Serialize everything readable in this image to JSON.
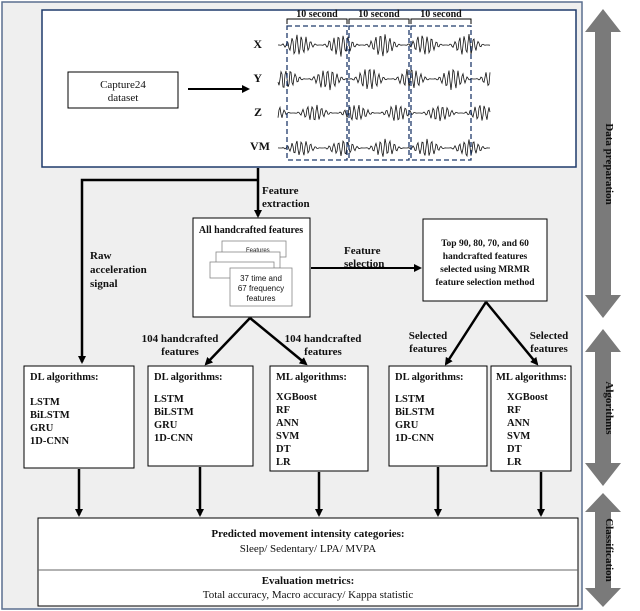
{
  "waveform": {
    "window_labels": [
      "10 second",
      "10 second",
      "10 second"
    ],
    "channels": [
      "X",
      "Y",
      "Z",
      "VM"
    ]
  },
  "dataset_box": {
    "line1": "Capture24",
    "line2": "dataset"
  },
  "labels": {
    "feature_extraction": [
      "Feature",
      "extraction"
    ],
    "raw_signal": [
      "Raw",
      "acceleration",
      "signal"
    ],
    "feature_selection": [
      "Feature",
      "selection"
    ],
    "handcrafted_104_left": [
      "104 handcrafted",
      "features"
    ],
    "handcrafted_104_right": [
      "104 handcrafted",
      "features"
    ],
    "selected_left": [
      "Selected",
      "features"
    ],
    "selected_right": [
      "Selected",
      "features"
    ]
  },
  "handcrafted_box": {
    "title": "All handcrafted features",
    "back_card": "Features",
    "front_card": [
      "37 time and",
      "67 frequency",
      "features"
    ]
  },
  "mrmr_box": {
    "lines": [
      "Top 90, 80, 70, and 60",
      "handcrafted features",
      "selected using MRMR",
      "feature selection method"
    ]
  },
  "algo_boxes": [
    {
      "title": "DL algorithms:",
      "items": [
        "LSTM",
        "BiLSTM",
        "GRU",
        "1D-CNN"
      ]
    },
    {
      "title": "DL algorithms:",
      "items": [
        "LSTM",
        "BiLSTM",
        "GRU",
        "1D-CNN"
      ]
    },
    {
      "title": "ML algorithms:",
      "items": [
        "XGBoost",
        "RF",
        "ANN",
        "SVM",
        "DT",
        "LR"
      ]
    },
    {
      "title": "DL algorithms:",
      "items": [
        "LSTM",
        "BiLSTM",
        "GRU",
        "1D-CNN"
      ]
    },
    {
      "title": "ML algorithms:",
      "items": [
        "XGBoost",
        "RF",
        "ANN",
        "SVM",
        "DT",
        "LR"
      ]
    }
  ],
  "classification": {
    "predicted_title": "Predicted movement intensity categories:",
    "predicted_values": "Sleep/ Sedentary/ LPA/ MVPA",
    "metrics_title": "Evaluation metrics:",
    "metrics_values": "Total accuracy, Macro accuracy/ Kappa statistic"
  },
  "side_arrows": [
    "Data preparation",
    "Algorithms",
    "Classification"
  ],
  "colors": {
    "side_arrow": "#7a7a7a",
    "panel_border": "#5a6f8f",
    "panel_fill": "#efefef",
    "dashed": "#1f3a6b"
  }
}
